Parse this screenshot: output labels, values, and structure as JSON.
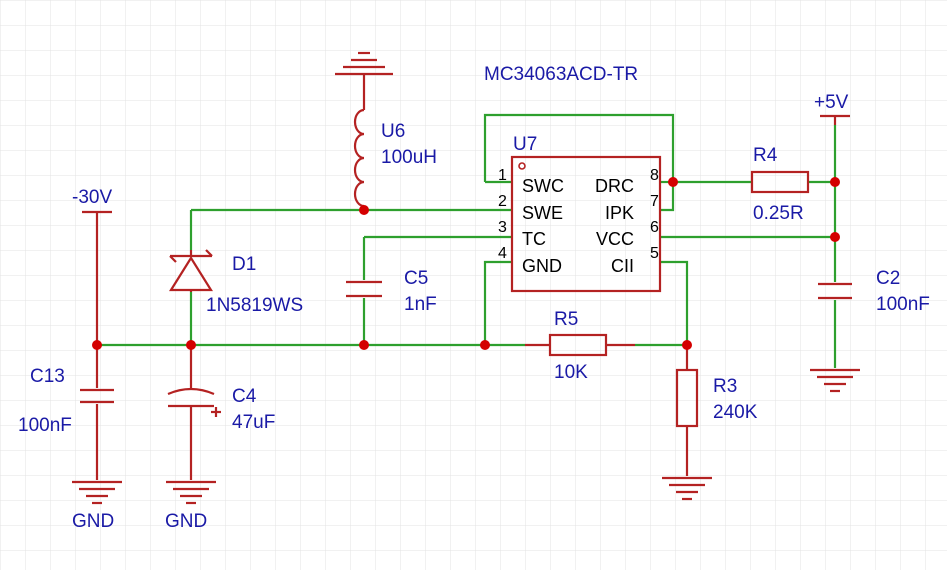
{
  "colors": {
    "background": "#ffffff",
    "grid": "#e3e3e3",
    "wire": "#2ea02e",
    "component": "#b42222",
    "junction": "#d40000",
    "label": "#1a1aa6",
    "chip_outline": "#b42222",
    "pin_text": "#000000"
  },
  "chip": {
    "part_number": "MC34063ACD-TR",
    "designator": "U7",
    "pins": [
      {
        "num": "1",
        "name": "SWC"
      },
      {
        "num": "2",
        "name": "SWE"
      },
      {
        "num": "3",
        "name": "TC"
      },
      {
        "num": "4",
        "name": "GND"
      },
      {
        "num": "8",
        "name": "DRC"
      },
      {
        "num": "7",
        "name": "IPK"
      },
      {
        "num": "6",
        "name": "VCC"
      },
      {
        "num": "5",
        "name": "CII"
      }
    ]
  },
  "components": {
    "inductor": {
      "designator": "U6",
      "value": "100uH"
    },
    "diode": {
      "designator": "D1",
      "value": "1N5819WS"
    },
    "c5": {
      "designator": "C5",
      "value": "1nF"
    },
    "r4": {
      "designator": "R4",
      "value": "0.25R"
    },
    "r5": {
      "designator": "R5",
      "value": "10K"
    },
    "r3": {
      "designator": "R3",
      "value": "240K"
    },
    "c2": {
      "designator": "C2",
      "value": "100nF"
    },
    "c13": {
      "designator": "C13",
      "value": "100nF"
    },
    "c4": {
      "designator": "C4",
      "value": "47uF"
    }
  },
  "nets": {
    "neg30": "-30V",
    "pos5": "+5V",
    "gnd1": "GND",
    "gnd2": "GND"
  }
}
